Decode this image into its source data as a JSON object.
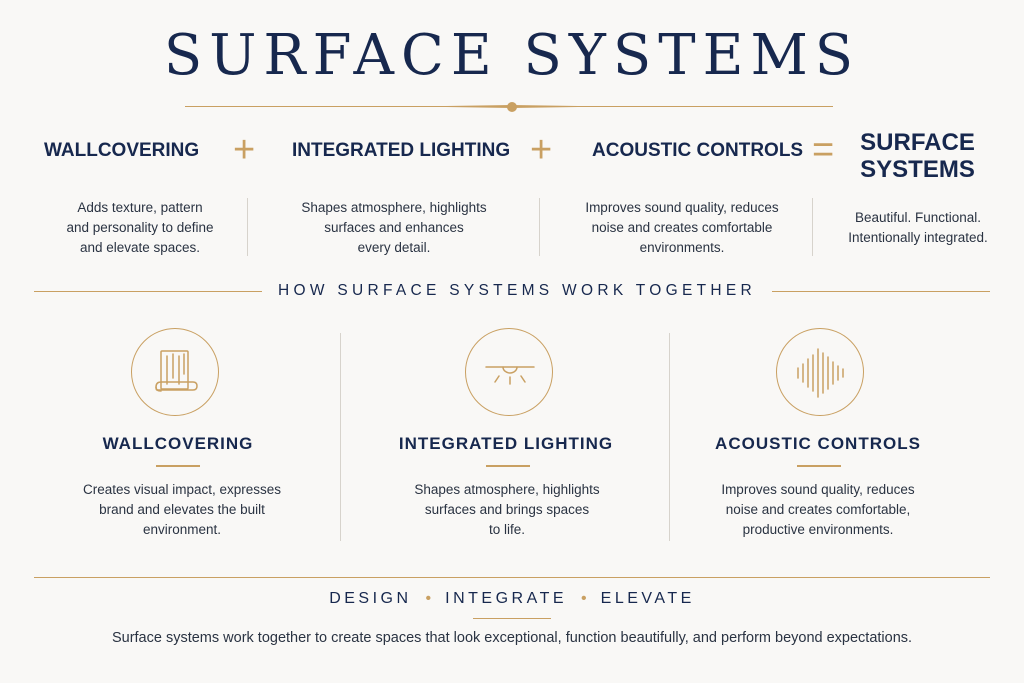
{
  "title": "SURFACE SYSTEMS",
  "colors": {
    "navy": "#17284e",
    "gold": "#c9a062",
    "background": "#f9f8f6"
  },
  "equation": {
    "items": [
      {
        "label": "WALLCOVERING",
        "desc": [
          "Adds texture, pattern",
          "and personality to define",
          "and elevate spaces."
        ]
      },
      {
        "label": "INTEGRATED LIGHTING",
        "desc": [
          "Shapes atmosphere, highlights",
          "surfaces and enhances",
          "every detail."
        ]
      },
      {
        "label": "ACOUSTIC CONTROLS",
        "desc": [
          "Improves sound quality, reduces",
          "noise and creates comfortable",
          "environments."
        ]
      }
    ],
    "plus": "+",
    "equals": "=",
    "result": {
      "label": [
        "SURFACE",
        "SYSTEMS"
      ],
      "desc": [
        "Beautiful. Functional.",
        "Intentionally integrated."
      ]
    }
  },
  "section": {
    "title": "HOW SURFACE SYSTEMS WORK TOGETHER"
  },
  "columns": [
    {
      "icon": "wallcovering-roll-icon",
      "title": "WALLCOVERING",
      "desc": [
        "Creates visual impact, expresses",
        "brand and elevates the built",
        "environment."
      ]
    },
    {
      "icon": "ceiling-light-icon",
      "title": "INTEGRATED LIGHTING",
      "desc": [
        "Shapes atmosphere, highlights",
        "surfaces and brings spaces",
        "to life."
      ]
    },
    {
      "icon": "sound-wave-icon",
      "title": "ACOUSTIC CONTROLS",
      "desc": [
        "Improves sound quality, reduces",
        "noise and creates comfortable,",
        "productive environments."
      ]
    }
  ],
  "tagline": [
    "DESIGN",
    "INTEGRATE",
    "ELEVATE"
  ],
  "tagline_separator": "•",
  "footer": "Surface systems work together to create spaces that look exceptional, function beautifully, and perform beyond expectations."
}
